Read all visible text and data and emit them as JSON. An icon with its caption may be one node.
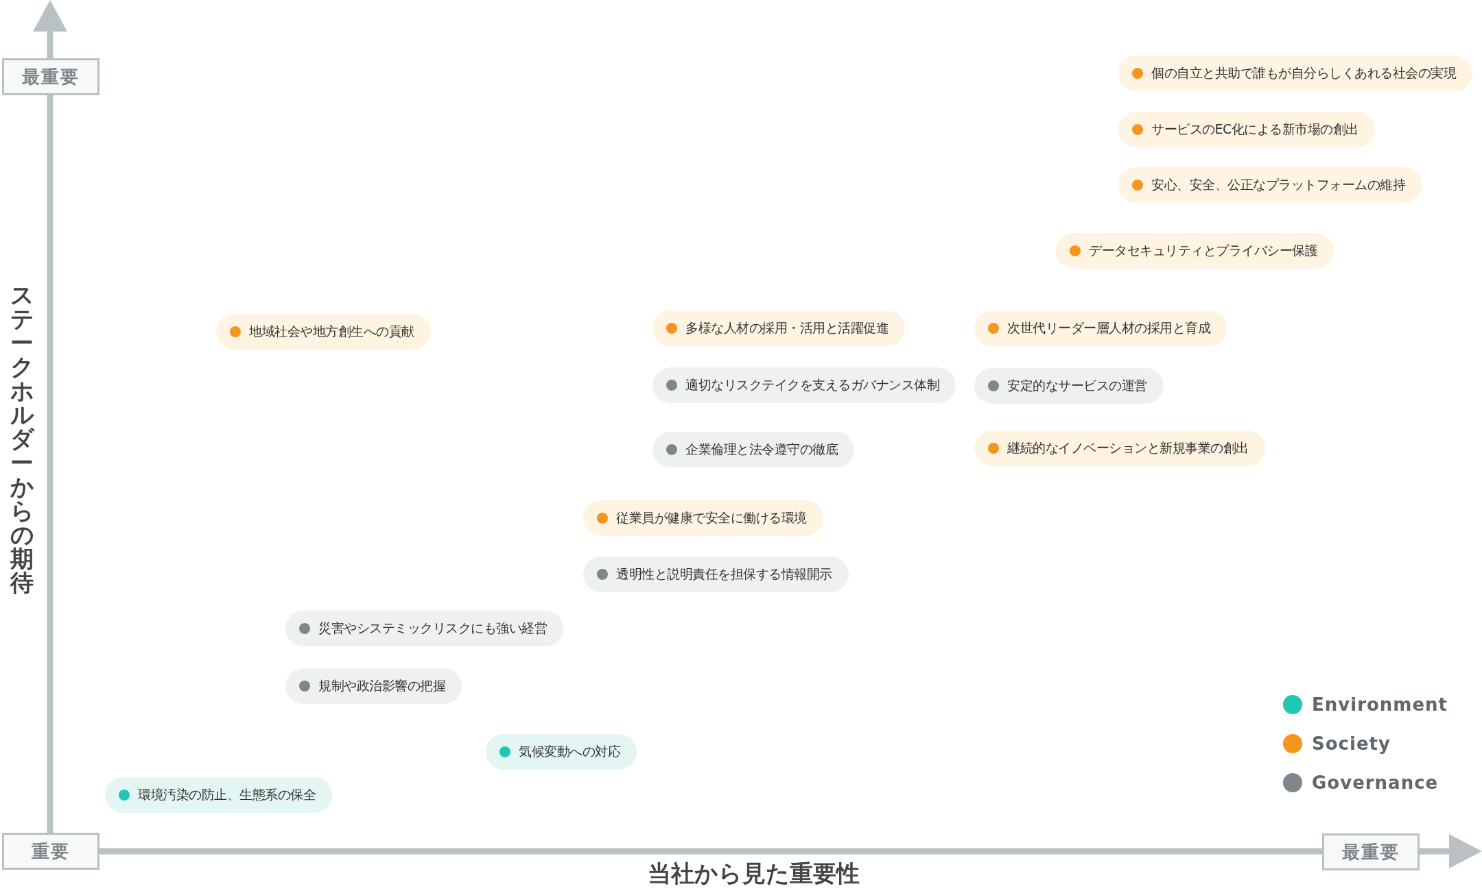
{
  "diagram": {
    "nodes": [
      {
        "text": [
          "最重要"
        ]
      },
      {
        "text": [
          "個の自立と共助で誰もが自分らしくあれる社会の実現"
        ]
      },
      {
        "text": [
          "サービスのEC化による新市場の創出"
        ]
      },
      {
        "text": [
          "安心、安全、公正なプラットフォームの維持"
        ]
      },
      {
        "text": [
          "データセキュリティとプライバシー保護"
        ]
      },
      {
        "text": [
          "地域社会や地方創生への貢献"
        ]
      },
      {
        "text": [
          "多様な人材の採用・活用と活躍促進"
        ]
      },
      {
        "text": [
          "次世代リーダー層人材の採用と育成"
        ]
      },
      {
        "text": [
          "適切なリスクテイクを支えるガバナンス体制"
        ]
      },
      {
        "text": [
          "安定的なサービスの運営"
        ]
      },
      {
        "text": [
          "企業倫理と法令遵守の徹底"
        ]
      },
      {
        "text": [
          "継続的なイノベーションと新規事業の創出"
        ]
      },
      {
        "text": [
          "従業員が健康で安全に働ける環境"
        ]
      },
      {
        "text": [
          "透明性と説明責任を担保する情報開示"
        ]
      },
      {
        "text": [
          "災害やシステミックリスクにも強い経営"
        ]
      },
      {
        "text": [
          "規制や政治影響の把握"
        ]
      },
      {
        "text": [
          "気候変動への対応"
        ]
      },
      {
        "text": [
          "環境汚染の防止、生態系の保全"
        ]
      },
      {
        "text": [
          "重要"
        ]
      },
      {
        "text": [
          "最重要"
        ]
      }
    ],
    "edges": [],
    "labels": [
      "ステークホルダーからの期待",
      "当社から見た重要性"
    ],
    "legend": [
      {
        "text": "Environment",
        "color": "#1fc7b5"
      },
      {
        "text": "Society",
        "color": "#f7941d"
      },
      {
        "text": "Governance",
        "color": "#7d878c"
      }
    ]
  }
}
